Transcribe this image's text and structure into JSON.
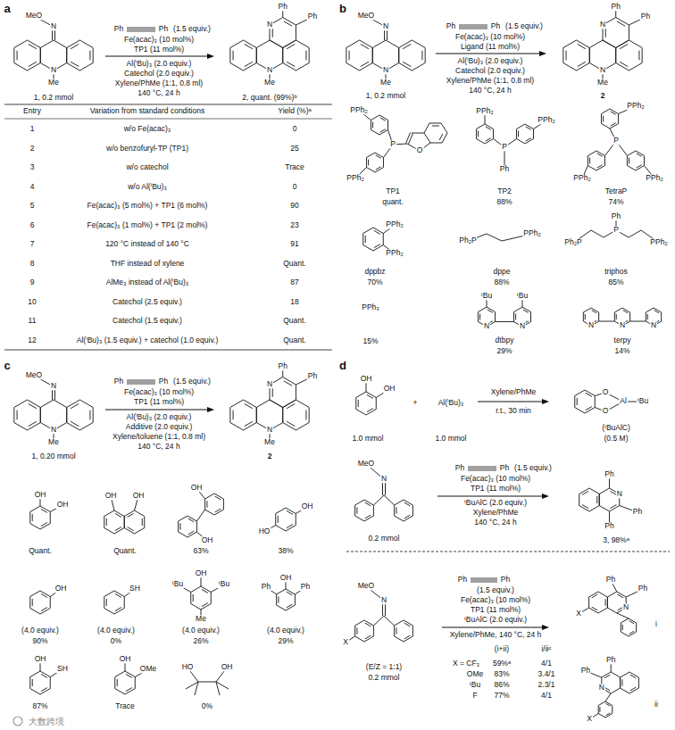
{
  "diagram": {
    "labels": [
      "a",
      "MeO",
      "N",
      "N",
      "Me",
      "1, 0.2 mmol",
      "Ph",
      "Ph",
      "(1.5 equiv.)",
      "Fe(acac)₃ (10 mol%)",
      "TP1 (11 mol%)",
      "Al(ⁱBu)₃ (2.0 equiv.)",
      "Catechol (2.0 equiv.)",
      "Xylene/PhMe (1:1, 0.8 ml)",
      "140 °C, 24 h",
      "Ph",
      "Ph",
      "N",
      "N",
      "Me",
      "2, quant. (99%)ᵇ",
      "Entry",
      "Variation from standard conditions",
      "Yield (%)ᵃ",
      "1",
      "w/o Fe(acac)₃",
      "0",
      "2",
      "w/o benzofuryl-TP (TP1)",
      "25",
      "3",
      "w/o catechol",
      "Trace",
      "4",
      "w/o Al(ⁱBu)₃",
      "0",
      "5",
      "Fe(acac)₃ (5 mol%) + TP1 (6 mol%)",
      "90",
      "6",
      "Fe(acac)₃ (1 mol%) + TP1 (2 mol%)",
      "23",
      "7",
      "120 °C instead of 140 °C",
      "91",
      "8",
      "THF instead of xylene",
      "Quant.",
      "9",
      "AlMe₃ instead of Al(ⁱBu)₃",
      "87",
      "10",
      "Catechol (2.5 equiv.)",
      "18",
      "11",
      "Catechol (1.5 equiv.)",
      "Quant.",
      "12",
      "Al(ⁱBu)₃ (1.5 equiv.) + catechol (1.0 equiv.)",
      "Quant.",
      "b",
      "MeO",
      "N",
      "N",
      "Me",
      "1, 0.2 mmol",
      "Ph",
      "Ph",
      "(1.5 equiv.)",
      "Fe(acac)₃ (10 mol%)",
      "Ligand (11 mol%)",
      "Al(ⁱBu)₃ (2.0 equiv.)",
      "Catechol (2.0 equiv.)",
      "Xylene/PhMe (1:1, 0.8 ml)",
      "140 °C, 24 h",
      "Ph",
      "Ph",
      "N",
      "N",
      "Me",
      "2",
      "PPh₂",
      "P",
      "PPh₂",
      "O",
      "TP1",
      "quant.",
      "PPh₂",
      "P",
      "Ph",
      "PPh₂",
      "TP2",
      "88%",
      "PPh₂",
      "P",
      "PPh₂",
      "PPh₂",
      "TetraP",
      "74%",
      "PPh₂",
      "PPh₂",
      "dppbz",
      "70%",
      "Ph₂P",
      "PPh₂",
      "dppe",
      "88%",
      "Ph",
      "P",
      "Ph₂P",
      "PPh₂",
      "triphos",
      "85%",
      "PPh₃",
      "15%",
      "ᵗBu",
      "ᵗBu",
      "N",
      "N",
      "dtbpy",
      "29%",
      "N",
      "N",
      "N",
      "terpy",
      "14%",
      "c",
      "MeO",
      "N",
      "N",
      "Me",
      "1, 0.20 mmol",
      "Ph",
      "Ph",
      "(1.5 equiv.)",
      "Fe(acac)₃ (10 mol%)",
      "TP1 (11 mol%)",
      "Al(ⁱBu)₃ (2.0 equiv.)",
      "Additive (2.0 equiv.)",
      "Xylene/toluene (1:1, 0.8 ml)",
      "140 °C, 24 h",
      "Ph",
      "Ph",
      "N",
      "N",
      "Me",
      "2",
      "OH",
      "OH",
      "Quant.",
      "OH",
      "OH",
      "Quant.",
      "OH",
      "OH",
      "63%",
      "OH",
      "HO",
      "38%",
      "OH",
      "(4.0 equiv.)",
      "90%",
      "SH",
      "(4.0 equiv.)",
      "0%",
      "ᵗBu",
      "OH",
      "ᵗBu",
      "Me",
      "(4.0 equiv.)",
      "26%",
      "Ph",
      "OH",
      "Ph",
      "(4.0 equiv.)",
      "29%",
      "OH",
      "SH",
      "87%",
      "OH",
      "OMe",
      "Trace",
      "HO",
      "OH",
      "0%",
      "大数跨境",
      "d",
      "OH",
      "OH",
      "1.0 mmol",
      "+",
      "Al(ⁱBu)₃",
      "1.0 mmol",
      "Xylene/PhMe",
      "r.t., 30 min",
      "O",
      "O",
      "Al",
      "ᵗBu",
      "(ᵗBuAlC)",
      "(0.5 M)",
      "MeO",
      "N",
      "0.2 mmol",
      "Ph",
      "Ph",
      "(1.5 equiv.)",
      "Fe(acac)₃ (10 mol%)",
      "TP1 (11 mol%)",
      "ᵗBuAlC (2.0 equiv.)",
      "Xylene/PhMe",
      "140 °C, 24 h",
      "Ph",
      "N",
      "Ph",
      "Ph",
      "3, 98%ᵃ",
      "MeO",
      "N",
      "X",
      "(E/Z = 1:1)",
      "0.2 mmol",
      "Ph",
      "Ph",
      "(1.5 equiv.)",
      "Fe(acac)₃ (10 mol%)",
      "TP1 (11 mol%)",
      "ᵗBuAlC (2.0 equiv.)",
      "Xylene/PhMe, 140 °C, 24 h",
      "(i+ii)",
      "i/iiᶜ",
      "X = CF₃",
      "59%ᵃ",
      "4/1",
      "OMe",
      "83%",
      "3.4/1",
      "ᵗBu",
      "86%",
      "2.3/1",
      "F",
      "77%",
      "4/1",
      "Ph",
      "Ph",
      "N",
      "X",
      "i",
      "Ph",
      "Ph",
      "N",
      "X",
      "ii"
    ]
  }
}
